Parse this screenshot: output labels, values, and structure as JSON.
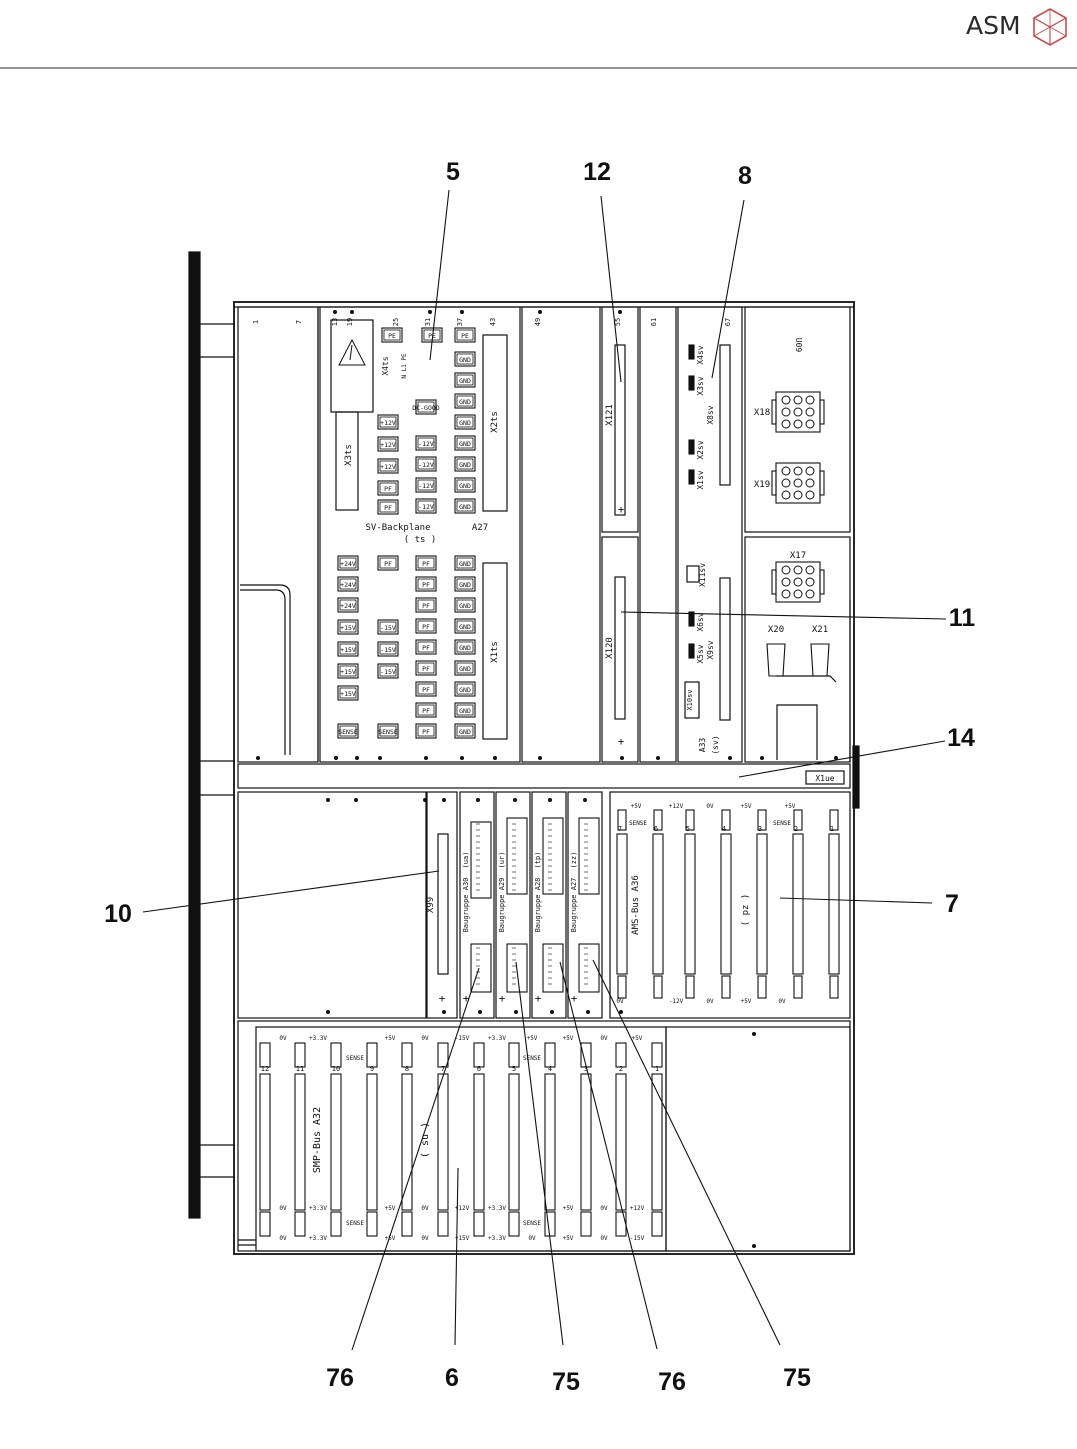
{
  "header": {
    "brand": "ASM",
    "logo_icon": "asm-cube-icon"
  },
  "callouts": {
    "c5": "5",
    "c12": "12",
    "c8": "8",
    "c11": "11",
    "c14": "14",
    "c10": "10",
    "c7": "7",
    "c76a": "76",
    "c6": "6",
    "c75a": "75",
    "c76b": "76",
    "c75b": "75"
  },
  "labels": {
    "x3ts": "X3ts",
    "x4ts": "X4ts",
    "npe": "N L1 PE",
    "x2ts": "X2ts",
    "x1ts": "X1ts",
    "sv_backplane": "SV-Backplane",
    "a27": "A27",
    "ts": "( ts )",
    "dc_good": "DC-GOOD",
    "x121": "X121",
    "x120": "X120",
    "plus": "+",
    "x4sv": "X4sv",
    "x3sv": "X3sv",
    "x8sv": "X8sv",
    "x2sv": "X2sv",
    "x1sv": "X1sv",
    "x11sv": "X11sv",
    "x6sv": "X6sv",
    "x5sv": "X5sv",
    "x9sv": "X9sv",
    "x10sv": "X10sv",
    "a33": "A33",
    "sv": "(sv)",
    "x18": "X18",
    "x19": "X19",
    "x17": "X17",
    "x20": "X20",
    "x21": "X21",
    "u09": "U09",
    "x1ue": "X1ue",
    "x99": "X99",
    "amsbus": "AMS-Bus  A36",
    "pz": "( pz )",
    "smpbus": "SMP-Bus  A32",
    "su": "( su )",
    "sense": "SENSE",
    "bg_a30": "Baugruppe  A30",
    "bg_a29": "Baugruppe  A29",
    "bg_a28": "Baugruppe  A28",
    "bg_a27": "Baugruppe  A27",
    "bg_ur": "(ur)",
    "bg_tp": "(tp)",
    "bg_zz": "(zz)",
    "bg_ua": "(ua)",
    "v_plus5": "+5V",
    "v_0": "0V",
    "v_plus12": "+12V",
    "v_minus12": "-12V",
    "v_plus33": "+3.3V",
    "v_minus15": "-15V",
    "v_plus24": "+24V",
    "v_plus15": "+15V",
    "pe": "PE",
    "pf": "PF",
    "gnd": "GND"
  },
  "slot_numbers": {
    "amsbus": [
      "7",
      "6",
      "5",
      "4",
      "3",
      "2",
      "1"
    ],
    "smpbus": [
      "12",
      "11",
      "10",
      "9",
      "8",
      "7",
      "6",
      "5",
      "4",
      "3",
      "2",
      "1"
    ],
    "top_positions": [
      "1",
      "7",
      "13",
      "19",
      "25",
      "31",
      "37",
      "43",
      "49",
      "55",
      "61",
      "67"
    ]
  },
  "colors": {
    "line": "#111111",
    "background": "#ffffff",
    "header_rule": "#555555"
  }
}
